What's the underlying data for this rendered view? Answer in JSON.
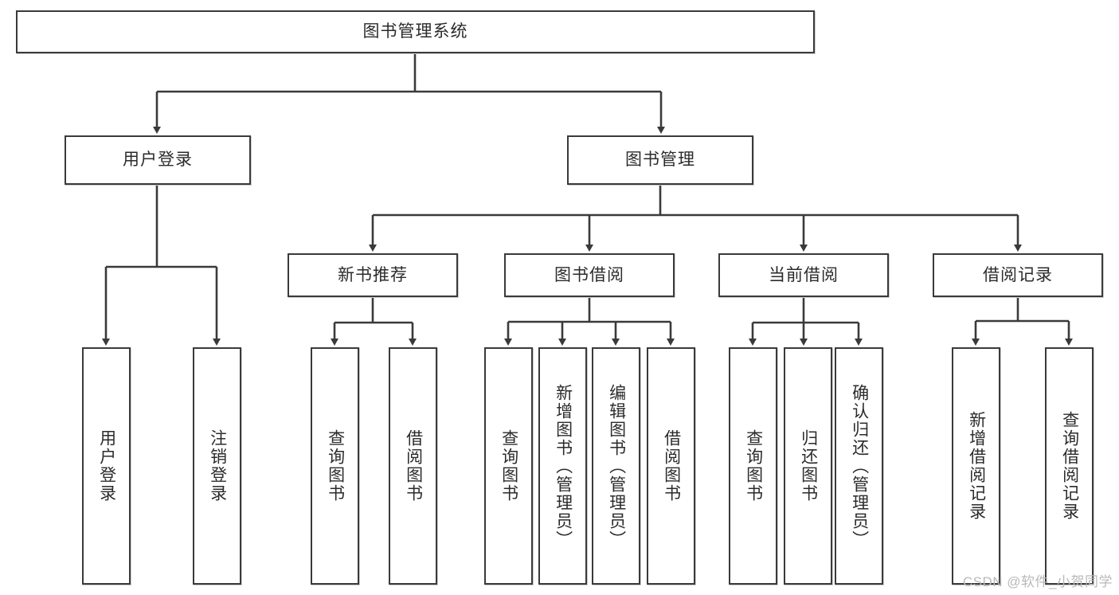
{
  "diagram": {
    "title_node": {
      "id": "root",
      "label": "图书管理系统"
    },
    "level1": [
      {
        "id": "user-login",
        "label": "用户登录"
      },
      {
        "id": "book-manage",
        "label": "图书管理"
      }
    ],
    "level2": [
      {
        "id": "new-book-rec",
        "label": "新书推荐"
      },
      {
        "id": "book-borrow",
        "label": "图书借阅"
      },
      {
        "id": "current-borrow",
        "label": "当前借阅"
      },
      {
        "id": "borrow-record",
        "label": "借阅记录"
      }
    ],
    "leaves": [
      {
        "id": "leaf-user-login",
        "label": "用户登录"
      },
      {
        "id": "leaf-logout",
        "label": "注销登录"
      },
      {
        "id": "leaf-query-book-1",
        "label": "查询图书"
      },
      {
        "id": "leaf-borrow-book-1",
        "label": "借阅图书"
      },
      {
        "id": "leaf-query-book-2",
        "label": "查询图书"
      },
      {
        "id": "leaf-add-book",
        "label": "新增图书（管理员）"
      },
      {
        "id": "leaf-edit-book",
        "label": "编辑图书（管理员）"
      },
      {
        "id": "leaf-borrow-book-2",
        "label": "借阅图书"
      },
      {
        "id": "leaf-query-book-3",
        "label": "查询图书"
      },
      {
        "id": "leaf-return-book",
        "label": "归还图书"
      },
      {
        "id": "leaf-confirm-return",
        "label": "确认归还（管理员）"
      },
      {
        "id": "leaf-add-record",
        "label": "新增借阅记录"
      },
      {
        "id": "leaf-query-record",
        "label": "查询借阅记录"
      }
    ]
  },
  "watermark": {
    "text": "CSDN @软件_小贺同学"
  },
  "colors": {
    "box_border": "#3a3a3a",
    "box_fill": "#ffffff",
    "connector": "#3a3a3a",
    "text": "#2b2b2b",
    "watermark": "#b9b9b9"
  }
}
